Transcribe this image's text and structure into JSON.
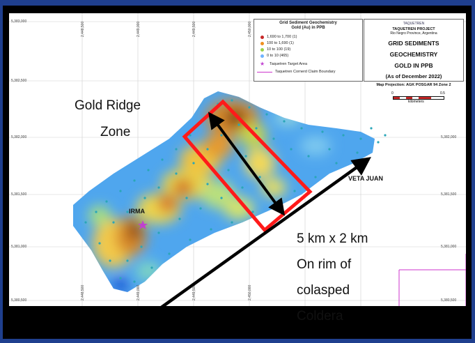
{
  "legend": {
    "title": "Grid Sediment Geochemistry",
    "subtitle": "Gold (Au) in PPB",
    "entries": [
      {
        "label": "1,690 to 1,700   (1)",
        "color": "#c62828"
      },
      {
        "label": "100 to 1,690   (1)",
        "color": "#ef8f1f"
      },
      {
        "label": "10 to 100   (19)",
        "color": "#9ad14b"
      },
      {
        "label": "0 to 10   (465)",
        "color": "#6fb3ff"
      }
    ],
    "target_label": "Taquetren Target Area",
    "boundary_label": "Taquetren Cornerd Claim Boundary"
  },
  "titlebox": {
    "logo": "TAQUETREN",
    "project": "TAQUETREN PROJECT",
    "location": "Rio Negro Province, Argentina",
    "line1": "GRID SEDIMENTS",
    "line2": "GEOCHEMISTRY",
    "line3": "GOLD IN PPB",
    "line4": "(As of December 2022)",
    "projection": "Map Projection: AGK POSGAR 94 Zone 2"
  },
  "scale": {
    "start": "0",
    "end": "0.5",
    "unit": "kilometers"
  },
  "grid": {
    "northings": [
      "5,383,000",
      "5,382,500",
      "5,382,000",
      "5,381,500",
      "5,381,000",
      "5,380,500"
    ],
    "eastings": [
      "2,448,500",
      "2,449,000",
      "2,449,500",
      "2,450,000"
    ]
  },
  "labels": {
    "irma": "IRMA",
    "veta_juan": "VETA JUAN"
  },
  "overlay": {
    "gold_ridge_1": "Gold Ridge",
    "gold_ridge_2": "Zone",
    "dim_1": "5 km x 2 km",
    "dim_2": "On rim of",
    "dim_3": "colasped",
    "dim_4": "Coldera"
  },
  "colors": {
    "frame": "#1f3f8e",
    "red_box": "#ff1a1a",
    "arrow": "#000000",
    "boundary": "#cc33cc"
  }
}
